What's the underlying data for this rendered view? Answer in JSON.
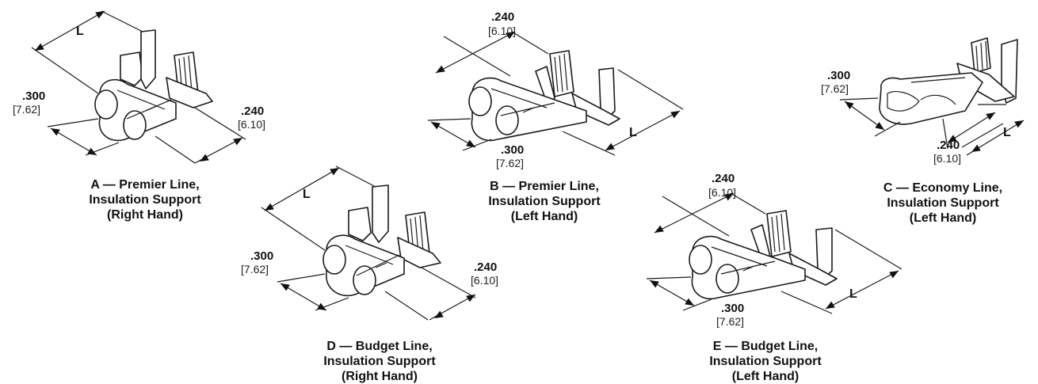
{
  "dimensions": {
    "a": {
      "height": ".300",
      "height_mm": "[7.62]",
      "width": ".240",
      "width_mm": "[6.10]",
      "length": "L"
    },
    "b": {
      "width": ".240",
      "width_mm": "[6.10]",
      "height": ".300",
      "height_mm": "[7.62]",
      "length": "L"
    },
    "c": {
      "height": ".300",
      "height_mm": "[7.62]",
      "width": ".240",
      "width_mm": "[6.10]",
      "length": "L"
    },
    "d": {
      "height": ".300",
      "height_mm": "[7.62]",
      "width": ".240",
      "width_mm": "[6.10]",
      "length": "L"
    },
    "e": {
      "width": ".240",
      "width_mm": "[6.10]",
      "height": ".300",
      "height_mm": "[7.62]",
      "length": "L"
    }
  },
  "captions": {
    "a": {
      "line1": "A — Premier Line,",
      "line2": "Insulation Support",
      "line3": "(Right Hand)"
    },
    "b": {
      "line1": "B — Premier Line,",
      "line2": "Insulation Support",
      "line3": "(Left Hand)"
    },
    "c": {
      "line1": "C — Economy Line,",
      "line2": "Insulation Support",
      "line3": "(Left Hand)"
    },
    "d": {
      "line1": "D — Budget Line,",
      "line2": "Insulation Support",
      "line3": "(Right Hand)"
    },
    "e": {
      "line1": "E — Budget Line,",
      "line2": "Insulation Support",
      "line3": "(Left Hand)"
    }
  }
}
